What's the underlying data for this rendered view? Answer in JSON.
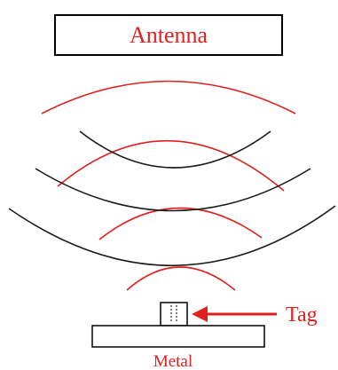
{
  "antenna": {
    "label": "Antenna"
  },
  "tag": {
    "label": "Tag"
  },
  "metal": {
    "label": "Metal"
  },
  "colors": {
    "incident_wave": "#e0201e",
    "reflected_wave": "#1a1a1a",
    "label_text": "#e0201e",
    "outline": "#000000"
  }
}
